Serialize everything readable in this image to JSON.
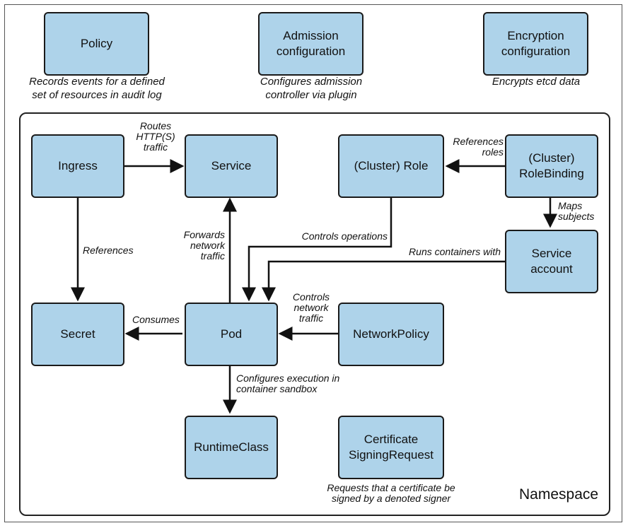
{
  "top": {
    "policy": {
      "label": "Policy",
      "desc": "Records events for a defined\nset of resources in audit log"
    },
    "admission": {
      "label": "Admission\nconfiguration",
      "desc": "Configures admission\ncontroller via plugin"
    },
    "encryption": {
      "label": "Encryption\nconfiguration",
      "desc": "Encrypts etcd data"
    }
  },
  "namespace": {
    "label": "Namespace",
    "nodes": {
      "ingress": "Ingress",
      "service": "Service",
      "cluster_role": "(Cluster) Role",
      "cluster_role_binding": "(Cluster)\nRoleBinding",
      "service_account": "Service\naccount",
      "secret": "Secret",
      "pod": "Pod",
      "network_policy": "NetworkPolicy",
      "runtime_class": "RuntimeClass",
      "csr": "Certificate\nSigningRequest"
    },
    "csr_desc": "Requests that a certificate be\nsigned by a denoted signer",
    "edges": {
      "routes": "Routes\nHTTP(S)\ntraffic",
      "references_roles": "References\nroles",
      "maps_subjects": "Maps\nsubjects",
      "references": "References",
      "forwards": "Forwards\nnetwork\ntraffic",
      "controls_operations": "Controls operations",
      "runs_containers": "Runs containers with",
      "consumes": "Consumes",
      "controls_network": "Controls\nnetwork\ntraffic",
      "configures_execution": "Configures execution in\ncontainer sandbox"
    }
  }
}
